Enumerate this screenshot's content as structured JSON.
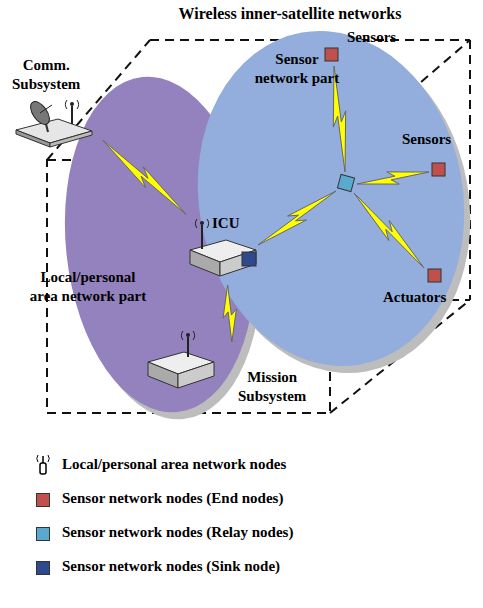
{
  "diagram": {
    "title": "Wireless inner-satellite networks",
    "nodes": [
      {
        "text": [
          "Comm. Subsystem"
        ]
      },
      {
        "text": [
          "Local/personal area network part"
        ]
      },
      {
        "text": [
          "ICU"
        ],
        "in": 1
      },
      {
        "text": [
          "Mission Subsystem"
        ],
        "in": 1
      },
      {
        "text": [
          "Sensor network part"
        ]
      },
      {
        "text": [
          "Sensors"
        ],
        "in": 4
      },
      {
        "text": [
          "Sensors"
        ],
        "in": 4
      },
      {
        "text": [
          "Actuators"
        ],
        "in": 4
      }
    ],
    "edges": [
      {
        "from": 0,
        "to": 2,
        "arrow": "none"
      },
      {
        "from": 2,
        "to": 3,
        "arrow": "none"
      }
    ],
    "legend": [
      {
        "text": "Local/personal area network nodes"
      },
      {
        "text": "Sensor network nodes (End nodes)",
        "color": "#c0504d"
      },
      {
        "text": "Sensor network nodes (Relay nodes)",
        "color": "#5aaad0"
      },
      {
        "text": "Sensor network nodes (Sink node)",
        "color": "#2e4a8c"
      }
    ]
  }
}
